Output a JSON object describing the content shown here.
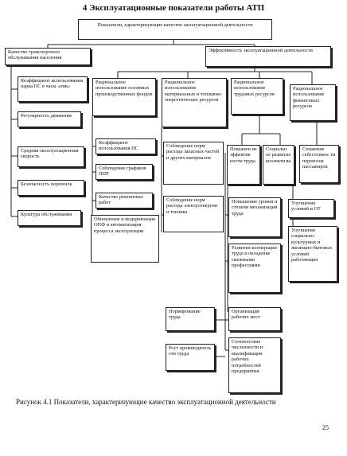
{
  "title": "4 Эксплуатационные показатели работы АТП",
  "boxes": {
    "root": "Показатели, характеризующие качество эксплуатационной деятельности",
    "quality": "Качество транспортного обслуживания населения",
    "efficiency": "Эффективность эксплуатационной деятельности",
    "coef_park": "Коэффициент использования парка ПС в часы «пик»",
    "regularity": "Регулярность движения",
    "avg_speed": "Средняя эксплуатационная скорость",
    "safety": "Безопасность перевозок",
    "culture": "Культура обслуживания",
    "rational_funds": "Рациональное использование основных производственных фондов",
    "rational_materials": "Рациональное использование материальных и топливно-энергетических ресурсов",
    "rational_labor": "Рациональное использование трудовых ресурсов",
    "rational_finance": "Рациональное использование финансовых ресурсов",
    "coef_ps": "Коэффициент использования ПС",
    "ppr": "Соблюдение графиков ППР",
    "repair_quality": "Качество ремонтных работ",
    "update_opf": "Обновление и модернизация ОПФ и автоматизация процесса эксплуатации",
    "norms_parts": "Соблюдение норм расхода запасных частей и других материалов",
    "norms_energy": "Соблюдение норм расхода электроэнергии и топлива",
    "labor_eff": "Повышен ие эффектив ности труда",
    "social": "Социальн ое развитие коллекти ва",
    "cost_reduction": "Снижение себестоимос ти перевозок пассажиров",
    "mechanization": "Повышение уровня и степени механизации труда",
    "cooperation": "Развитие кооперации труда и овладение смежными профессиями",
    "workplaces": "Организация рабочих мест",
    "headcount": "Соответствие численности и квалификации рабочих потребностей предприятия",
    "norming": "Нормирование труда",
    "productivity": "Рост производитель сти труда",
    "conditions_ot": "Улучшение условий и ОТ",
    "social_conditions": "Улучшение социально-культурных и жилищно-бытовых условий работающих"
  },
  "caption": "Рисунок 4.1 Показатели, характеризующие качество эксплуатационной деятельности",
  "page_number": "25"
}
